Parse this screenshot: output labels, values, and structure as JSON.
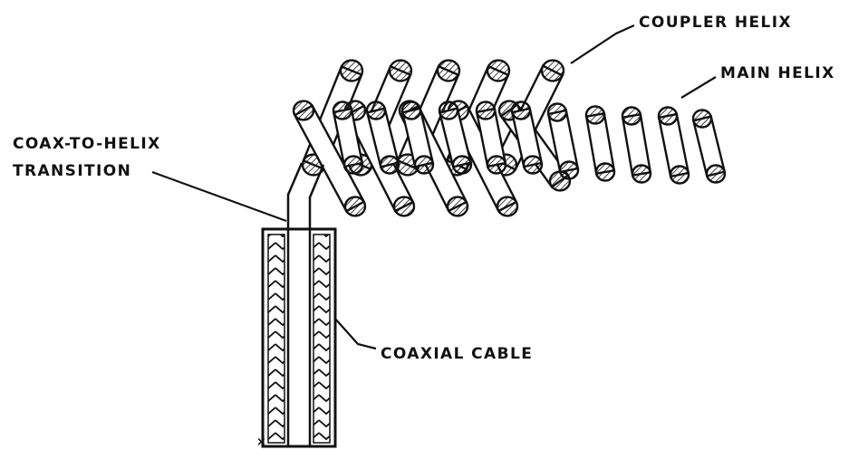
{
  "labels": {
    "coupler_helix": "COUPLER HELIX",
    "main_helix": "MAIN HELIX",
    "transition_line1": "COAX-TO-HELIX",
    "transition_line2": "TRANSITION",
    "coaxial_cable": "COAXIAL CABLE"
  },
  "colors": {
    "ink": "#111111",
    "background": "#ffffff"
  }
}
